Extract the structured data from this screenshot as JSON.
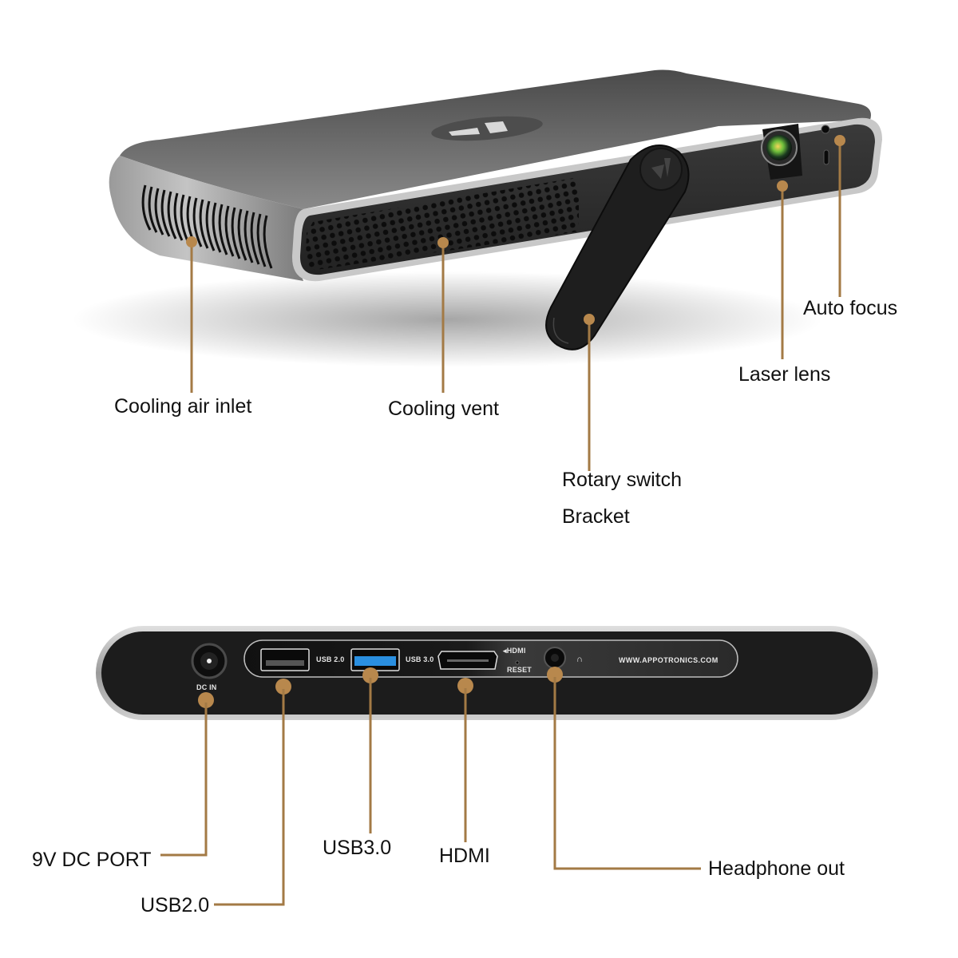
{
  "colors": {
    "leader": "#a37a45",
    "dot": "#b8884d",
    "body_top": "#6e6e6e",
    "body_dark": "#2a2a2a",
    "rim": "#c9c9c9",
    "usb3_blue": "#2a8fe0",
    "text": "#111111"
  },
  "top_view": {
    "callouts": [
      {
        "id": "cooling-air-inlet",
        "label": "Cooling air inlet"
      },
      {
        "id": "cooling-vent",
        "label": "Cooling vent"
      },
      {
        "id": "rotary-switch",
        "label": "Rotary switch"
      },
      {
        "id": "bracket",
        "label": "Bracket"
      },
      {
        "id": "laser-lens",
        "label": "Laser lens"
      },
      {
        "id": "auto-focus",
        "label": "Auto focus"
      }
    ]
  },
  "divider": {
    "style": "dashed"
  },
  "rear_view": {
    "panel_text": {
      "dc_in": "DC IN",
      "usb2": "USB 2.0",
      "usb3": "USB 3.0",
      "hdmi": "◂HDMI",
      "reset": "RESET",
      "headphone_glyph": "∩",
      "website": "WWW.APPOTRONICS.COM"
    },
    "callouts": [
      {
        "id": "dc-port",
        "label": "9V DC PORT"
      },
      {
        "id": "usb2",
        "label": "USB2.0"
      },
      {
        "id": "usb3",
        "label": "USB3.0"
      },
      {
        "id": "hdmi",
        "label": "HDMI"
      },
      {
        "id": "headphone",
        "label": "Headphone out"
      }
    ]
  }
}
